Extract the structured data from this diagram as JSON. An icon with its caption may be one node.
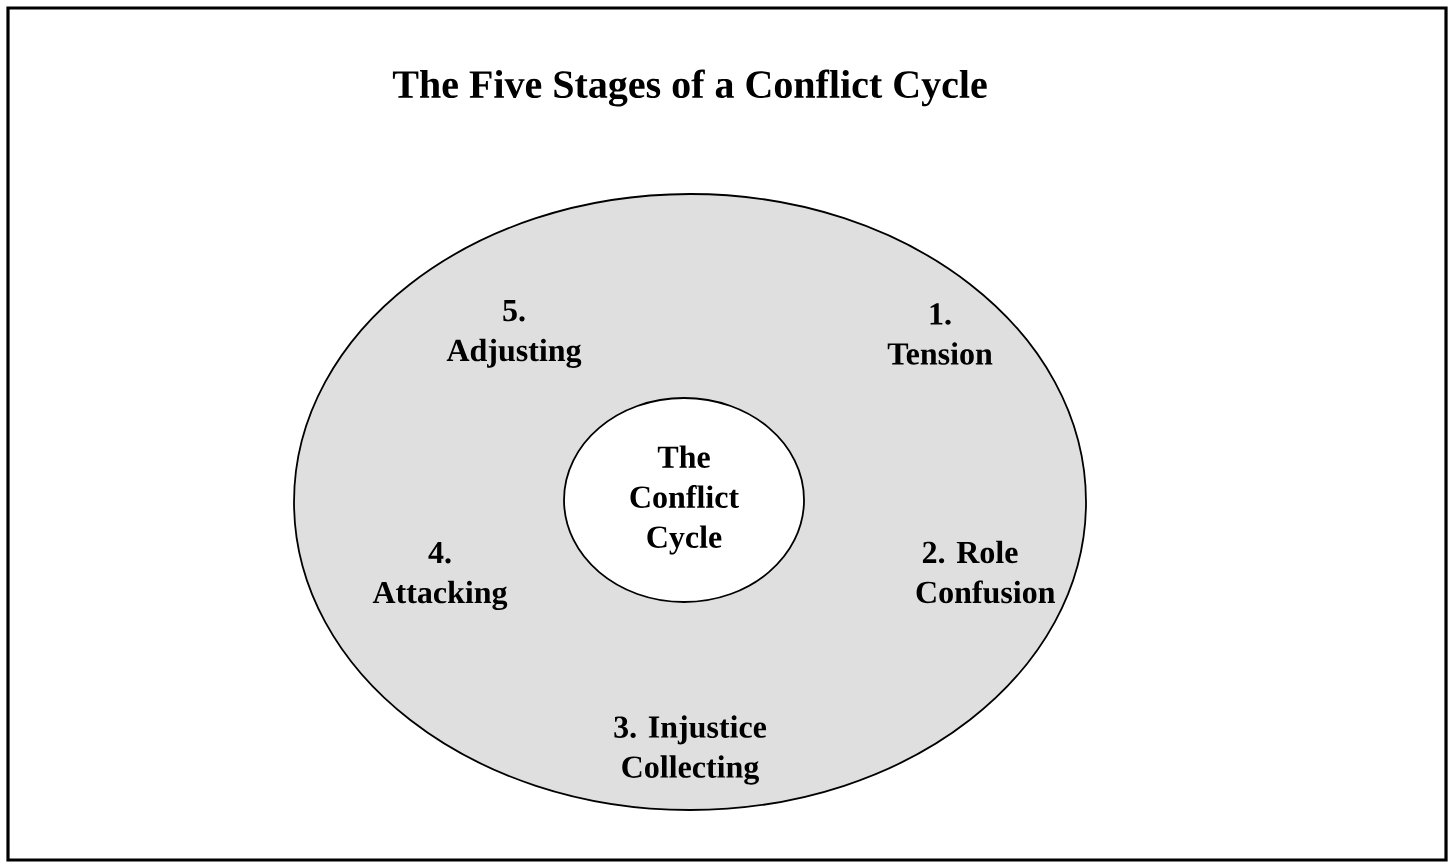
{
  "diagram": {
    "title": "The Five Stages of a Conflict Cycle",
    "nodes": [
      {
        "text": [],
        "shape": "ellipse"
      },
      {
        "text": [
          "5. Adjusting"
        ],
        "in": 0
      },
      {
        "text": [
          "1. Tension"
        ],
        "in": 0
      },
      {
        "text": [
          "The Conflict Cycle"
        ],
        "in": 0
      },
      {
        "text": [
          "2. Role Confusion"
        ],
        "in": 0
      },
      {
        "text": [
          "4. Attacking"
        ],
        "in": 0
      },
      {
        "text": [
          "3. Injustice Collecting"
        ],
        "in": 0
      }
    ]
  }
}
